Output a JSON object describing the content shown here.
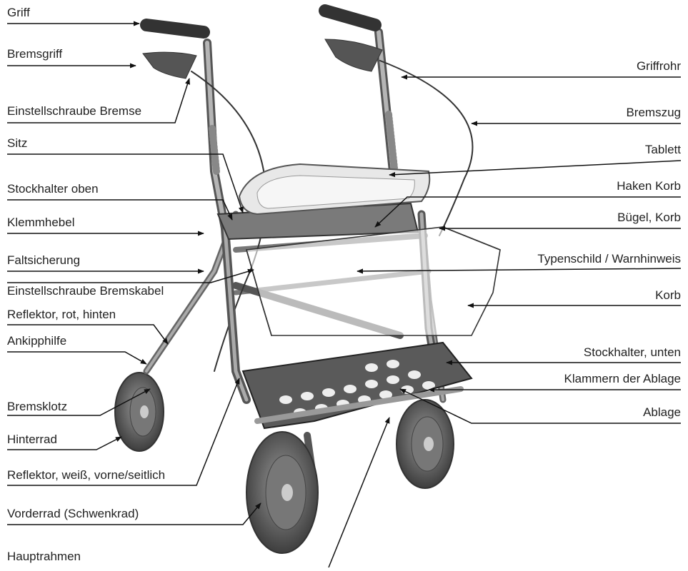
{
  "diagram": {
    "left_labels": [
      "Griff",
      "Bremsgriff",
      "Einstellschraube Bremse",
      "Sitz",
      "Stockhalter oben",
      "Klemmhebel",
      "Faltsicherung",
      "Einstellschraube Bremskabel",
      "Reflektor, rot, hinten",
      "Ankipphilfe",
      "Bremsklotz",
      "Hinterrad",
      "Reflektor, weiß, vorne/seitlich",
      "Vorderrad (Schwenkrad)",
      "Hauptrahmen"
    ],
    "right_labels": [
      "Griffrohr",
      "Bremszug",
      "Tablett",
      "Haken Korb",
      "Bügel, Korb",
      "Typenschild / Warnhinweis",
      "Korb",
      "Stockhalter, unten",
      "Klammern der Ablage",
      "Ablage"
    ]
  }
}
